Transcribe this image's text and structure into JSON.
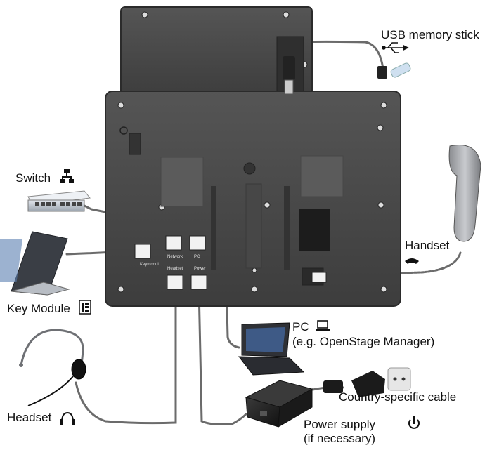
{
  "labels": {
    "usb": "USB memory stick",
    "switch": "Switch",
    "handset": "Handset",
    "key_module": "Key Module",
    "pc": "PC",
    "pc_note": "(e.g. OpenStage Manager)",
    "country_cable": "Country-specific cable",
    "headset": "Headset",
    "power_supply": "Power supply",
    "power_note": "(if necessary)"
  },
  "port_labels": {
    "keymod": "Keymodul",
    "network": "Network",
    "pc": "PC",
    "headset": "Headset",
    "power": "Power"
  },
  "icons": {
    "usb": "usb-icon",
    "switch": "network-icon",
    "handset": "handset-icon",
    "key_module": "key-module-icon",
    "pc": "computer-icon",
    "headset": "headset-icon",
    "power": "power-icon"
  },
  "colors": {
    "phone_body": "#4a4a4a",
    "phone_edge": "#2b2b2b",
    "cable": "#6b6b6b",
    "device_light": "#c8ccd2"
  }
}
